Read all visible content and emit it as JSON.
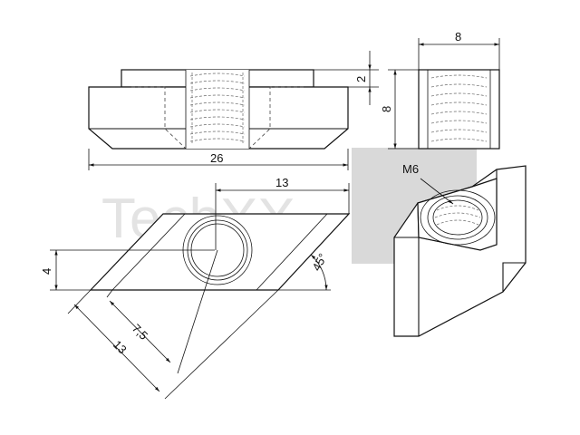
{
  "watermark": {
    "text": "TechXX"
  },
  "dimensions": {
    "side_width": "26",
    "step_height": "2",
    "end_width": "8",
    "end_height": "8",
    "top_length": "13",
    "height": "4",
    "angle": "45°",
    "diag_inner": "7,5",
    "diag_outer": "13",
    "thread": "M6"
  }
}
